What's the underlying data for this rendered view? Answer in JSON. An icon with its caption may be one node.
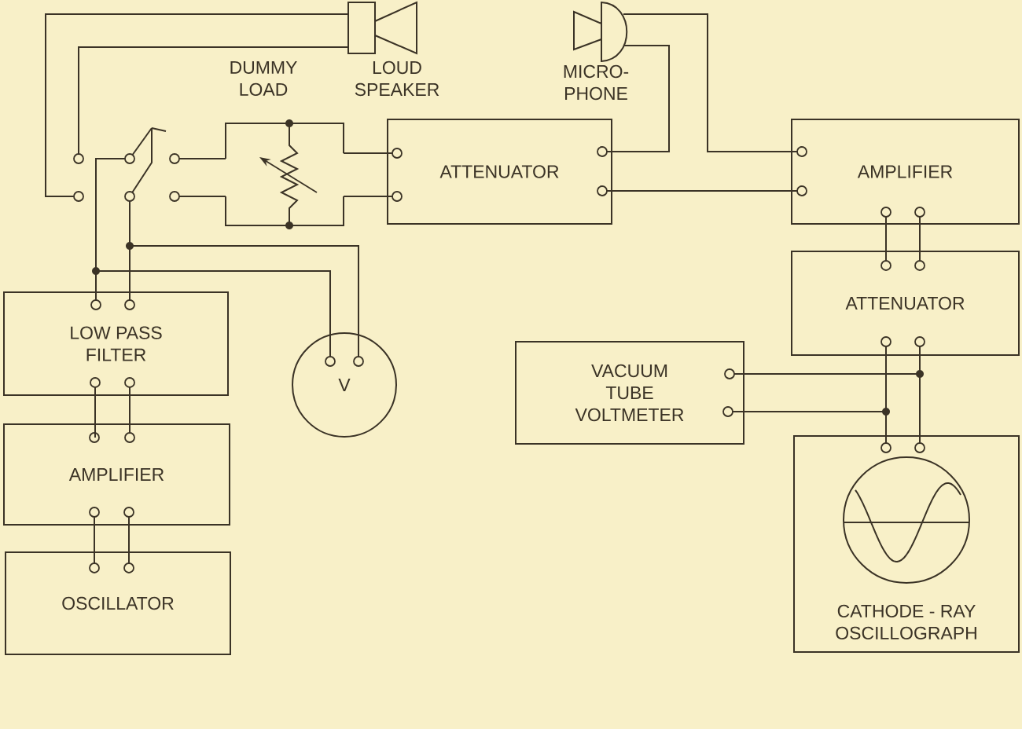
{
  "diagram": {
    "nodes": [
      {
        "text": [
          "LOUD SPEAKER"
        ]
      },
      {
        "text": [
          "MICRO- PHONE"
        ]
      },
      {
        "text": [
          "DUMMY LOAD"
        ]
      },
      {
        "text": [],
        "shape": "switch"
      },
      {
        "text": [
          "ATTENUATOR"
        ]
      },
      {
        "text": [
          "AMPLIFIER"
        ]
      },
      {
        "text": [
          "ATTENUATOR"
        ]
      },
      {
        "text": [
          "LOW PASS FILTER"
        ]
      },
      {
        "text": [
          "V"
        ]
      },
      {
        "text": [
          "VACUUM TUBE VOLTMETER"
        ]
      },
      {
        "text": [
          "AMPLIFIER"
        ]
      },
      {
        "text": [
          "CATHODE - RAY OSCILLOGRAPH"
        ]
      },
      {
        "text": [
          "OSCILLATOR"
        ]
      }
    ],
    "edges": [
      {
        "from": 0,
        "to": 3,
        "arrow": "none"
      },
      {
        "from": 0,
        "to": 3,
        "arrow": "none"
      },
      {
        "from": 3,
        "to": 2,
        "arrow": "none"
      },
      {
        "from": 3,
        "to": 2,
        "arrow": "none"
      },
      {
        "from": 2,
        "to": 4,
        "arrow": "none"
      },
      {
        "from": 2,
        "to": 4,
        "arrow": "none"
      },
      {
        "from": 4,
        "to": 1,
        "arrow": "none"
      },
      {
        "from": 1,
        "to": 5,
        "arrow": "none"
      },
      {
        "from": 4,
        "to": 5,
        "arrow": "none"
      },
      {
        "from": 5,
        "to": 6,
        "arrow": "none"
      },
      {
        "from": 5,
        "to": 6,
        "arrow": "none"
      },
      {
        "from": 6,
        "to": 11,
        "arrow": "none"
      },
      {
        "from": 6,
        "to": 11,
        "arrow": "none"
      },
      {
        "from": 9,
        "to": 11,
        "arrow": "none"
      },
      {
        "from": 9,
        "to": 11,
        "arrow": "none"
      },
      {
        "from": 3,
        "to": 7,
        "arrow": "none"
      },
      {
        "from": 3,
        "to": 7,
        "arrow": "none"
      },
      {
        "from": 7,
        "to": 8,
        "arrow": "none"
      },
      {
        "from": 7,
        "to": 8,
        "arrow": "none"
      },
      {
        "from": 7,
        "to": 10,
        "arrow": "none"
      },
      {
        "from": 7,
        "to": 10,
        "arrow": "none"
      },
      {
        "from": 10,
        "to": 12,
        "arrow": "none"
      },
      {
        "from": 10,
        "to": 12,
        "arrow": "none"
      }
    ]
  }
}
